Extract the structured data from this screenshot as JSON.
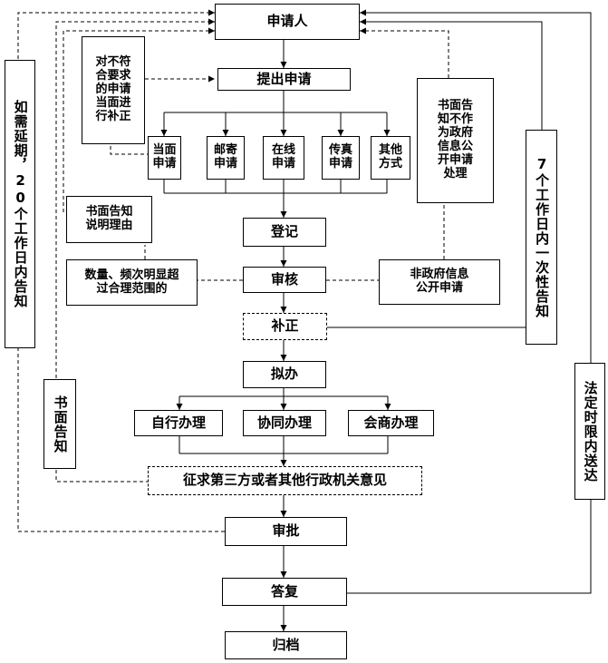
{
  "nodes": {
    "applicant": "申请人",
    "submit": "提出申请",
    "register": "登记",
    "review": "审核",
    "supplement": "补正",
    "draft": "拟办",
    "consult": "征求第三方或者其他行政机关意见",
    "approve": "审批",
    "reply": "答复",
    "archive": "归档"
  },
  "methods": [
    "当面\n申请",
    "邮寄\n申请",
    "在线\n申请",
    "传真\n申请",
    "其他\n方式"
  ],
  "handling": [
    "自行办理",
    "协同办理",
    "会商办理"
  ],
  "notes": {
    "correct_on_site": "对不符\n合要求\n的申请\n当面进\n行补正",
    "written_reason": "书面告知\n说明理由",
    "excessive": "数量、频次明显超\n过合理范围的",
    "not_public_info_written": "书面告\n知不作\n为政府\n信息公\n开申请\n处理",
    "non_gov_info": "非政府信息\n公开申请",
    "extension": "如需延期，20个工作日内告知",
    "written_notice": "书面告知",
    "seven_days": "7个工作日内一次性告知",
    "legal_deadline": "法定时限内送达"
  }
}
